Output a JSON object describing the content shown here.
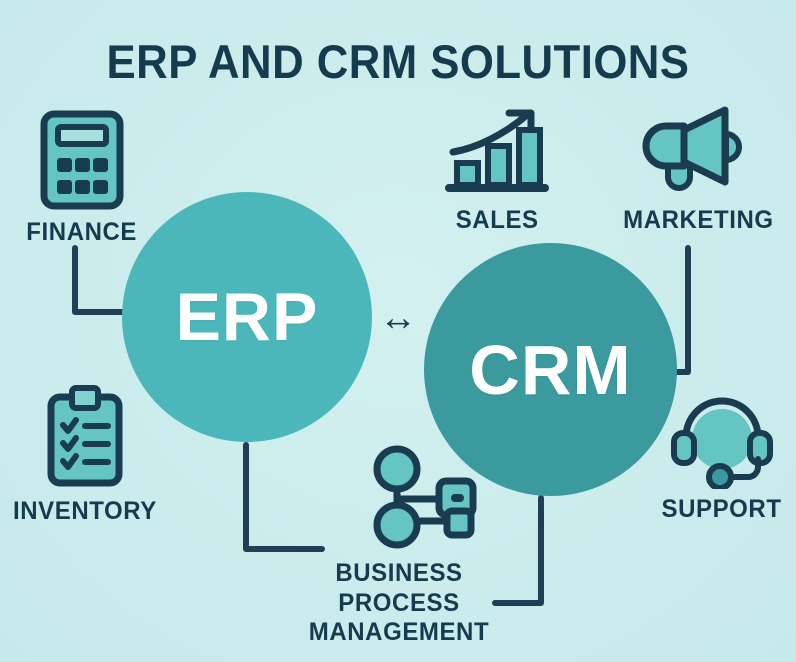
{
  "page": {
    "title": "ERP AND CRM SOLUTIONS",
    "background_color": "#cfeeee",
    "text_color": "#153b4f"
  },
  "hubs": {
    "erp": {
      "label": "ERP",
      "color": "#4bb7ba",
      "text_color": "#ffffff"
    },
    "crm": {
      "label": "CRM",
      "color": "#3b9a9e",
      "text_color": "#ffffff"
    },
    "exchange_symbol": "↔"
  },
  "nodes": [
    {
      "id": "finance",
      "label": "FINANCE",
      "icon": "calculator-icon"
    },
    {
      "id": "inventory",
      "label": "INVENTORY",
      "icon": "clipboard-checklist-icon"
    },
    {
      "id": "sales",
      "label": "SALES",
      "icon": "bar-chart-growth-icon"
    },
    {
      "id": "marketing",
      "label": "MARKETING",
      "icon": "megaphone-icon"
    },
    {
      "id": "support",
      "label": "SUPPORT",
      "icon": "headset-icon"
    },
    {
      "id": "bpm",
      "label": "BUSINESS PROCESS MANAGEMENT",
      "icon": "process-flow-icon"
    }
  ],
  "colors": {
    "icon_outline": "#1a3c50",
    "icon_fill": "#64c5c2",
    "connector": "#1f3f55"
  }
}
